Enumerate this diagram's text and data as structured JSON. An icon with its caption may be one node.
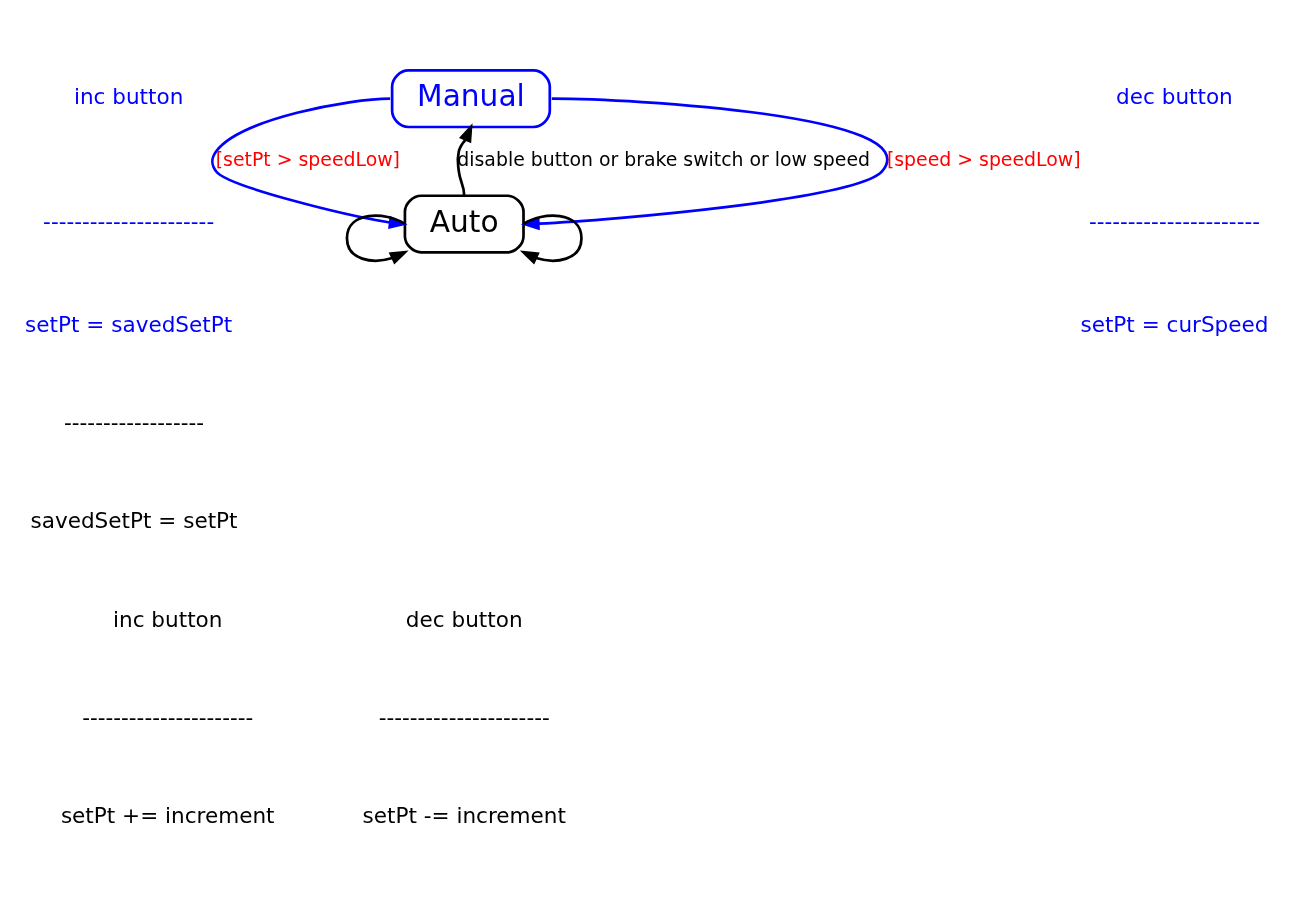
{
  "diagram": {
    "nodes": [
      {
        "text": [
          "Manual"
        ]
      },
      {
        "text": [
          "Auto"
        ]
      }
    ],
    "edges": [
      {
        "from": 0,
        "to": 1,
        "arrow": "to",
        "label": "[setPt > speedLow]",
        "color": "#0000ff"
      },
      {
        "from": 0,
        "to": 1,
        "arrow": "to",
        "label": "[speed > speedLow]",
        "color": "#0000ff"
      },
      {
        "from": 1,
        "to": 0,
        "arrow": "to",
        "label": "disable button or brake switch or low speed"
      },
      {
        "from": 1,
        "to": 1,
        "arrow": "to"
      },
      {
        "from": 1,
        "to": 1,
        "arrow": "to"
      }
    ],
    "labels": [
      "inc button",
      "----------------------",
      "setPt = savedSetPt",
      "dec button",
      "----------------------",
      "setPt = curSpeed",
      "------------------",
      "savedSetPt = setPt",
      "inc button",
      "----------------------",
      "setPt += increment",
      "dec button",
      "----------------------",
      "setPt -= increment"
    ]
  }
}
